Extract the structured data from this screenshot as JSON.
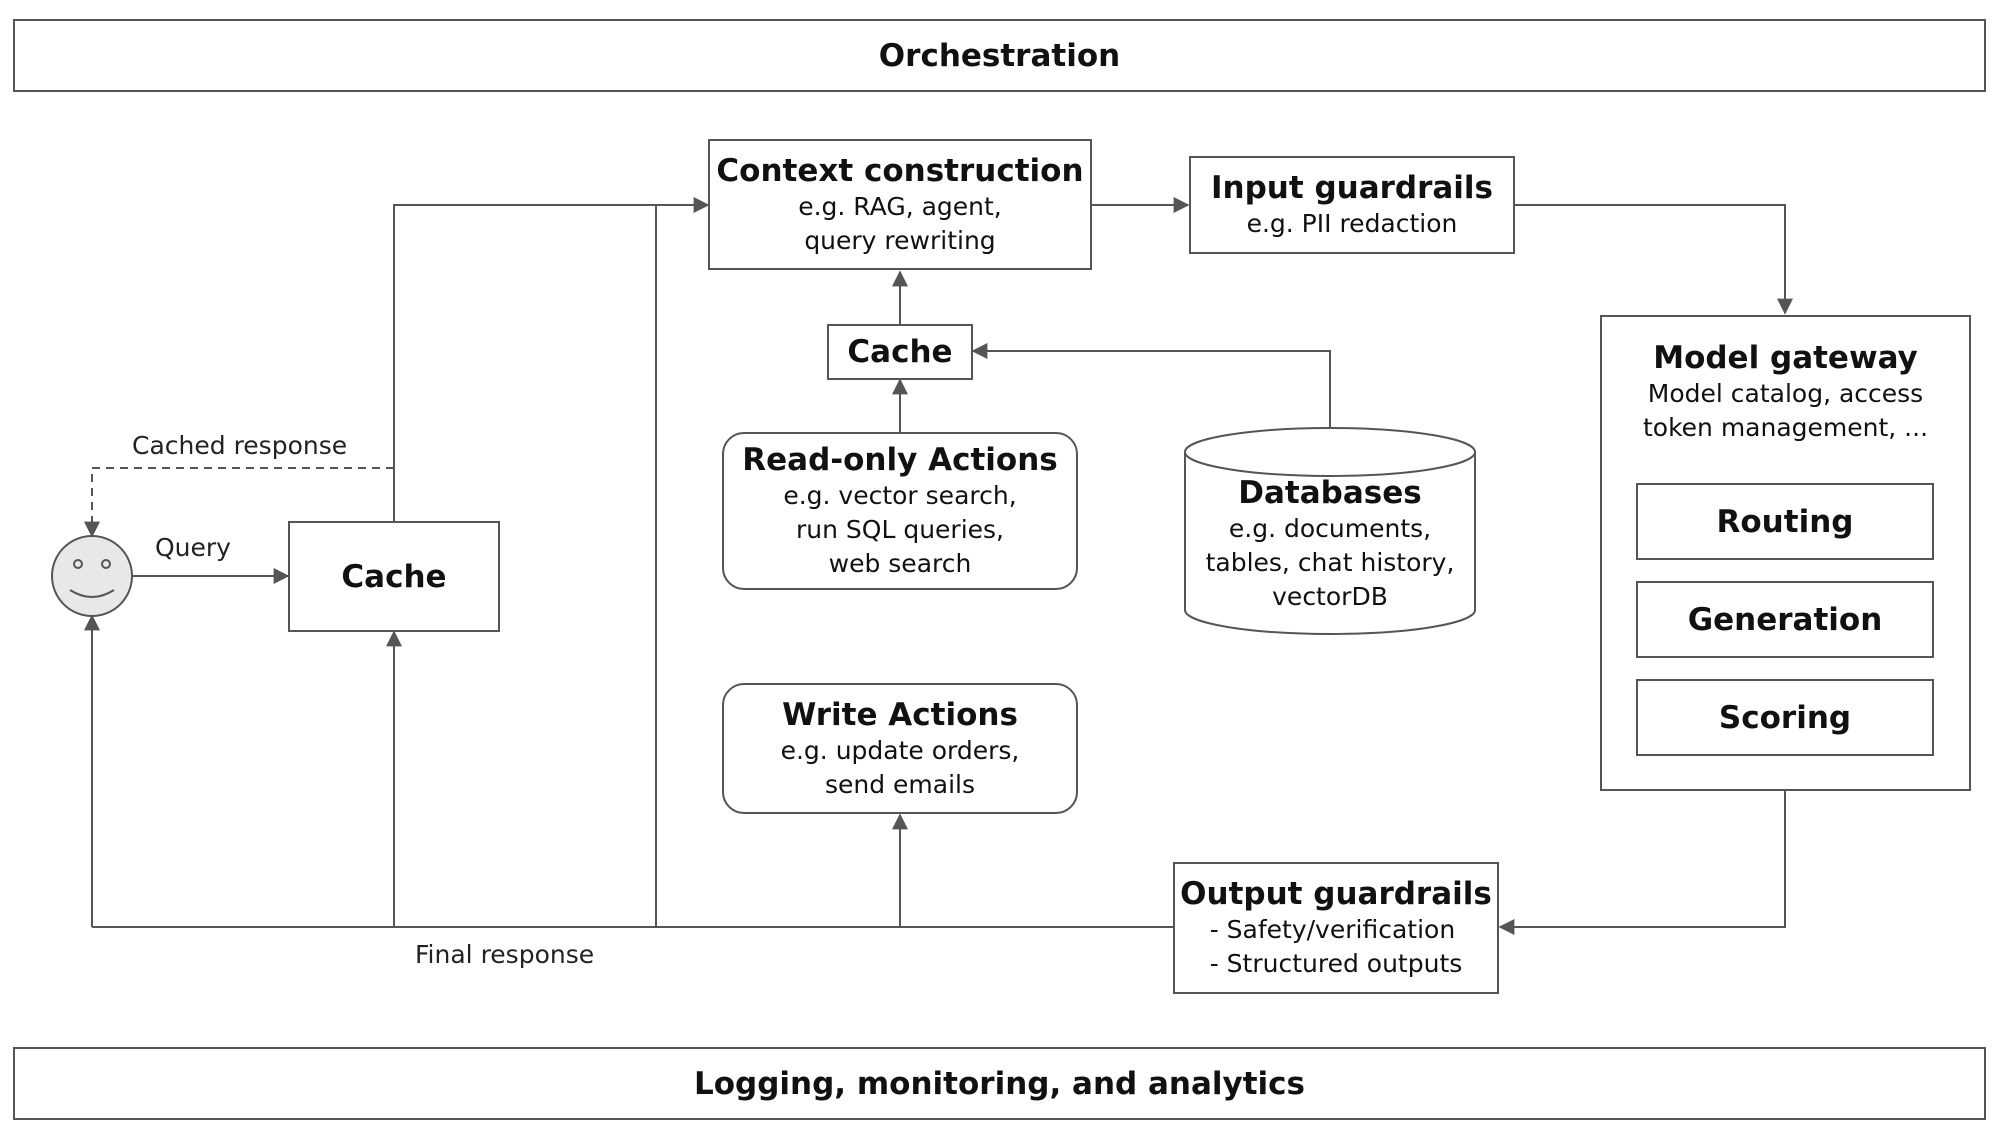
{
  "orchestration": {
    "title": "Orchestration"
  },
  "logging": {
    "title": "Logging, monitoring, and analytics"
  },
  "context_construction": {
    "title": "Context construction",
    "sub": "e.g. RAG, agent,\nquery rewriting"
  },
  "input_guardrails": {
    "title": "Input guardrails",
    "sub": "e.g. PII redaction"
  },
  "top_cache": {
    "title": "Cache"
  },
  "read_only_actions": {
    "title": "Read-only Actions",
    "sub": "e.g. vector search,\nrun SQL queries,\nweb search"
  },
  "databases": {
    "title": "Databases",
    "sub": "e.g. documents,\ntables, chat history,\nvectorDB"
  },
  "user_cache": {
    "title": "Cache"
  },
  "write_actions": {
    "title": "Write Actions",
    "sub": "e.g. update orders,\nsend emails"
  },
  "model_gateway": {
    "title": "Model gateway",
    "sub": "Model catalog, access\ntoken management, ...",
    "items": [
      "Routing",
      "Generation",
      "Scoring"
    ]
  },
  "output_guardrails": {
    "title": "Output guardrails",
    "sub": "- Safety/verification\n- Structured outputs"
  },
  "labels": {
    "query": "Query",
    "cached_response": "Cached response",
    "final_response": "Final response"
  },
  "colors": {
    "stroke": "#555555",
    "user_fill": "#e8e8e8"
  }
}
